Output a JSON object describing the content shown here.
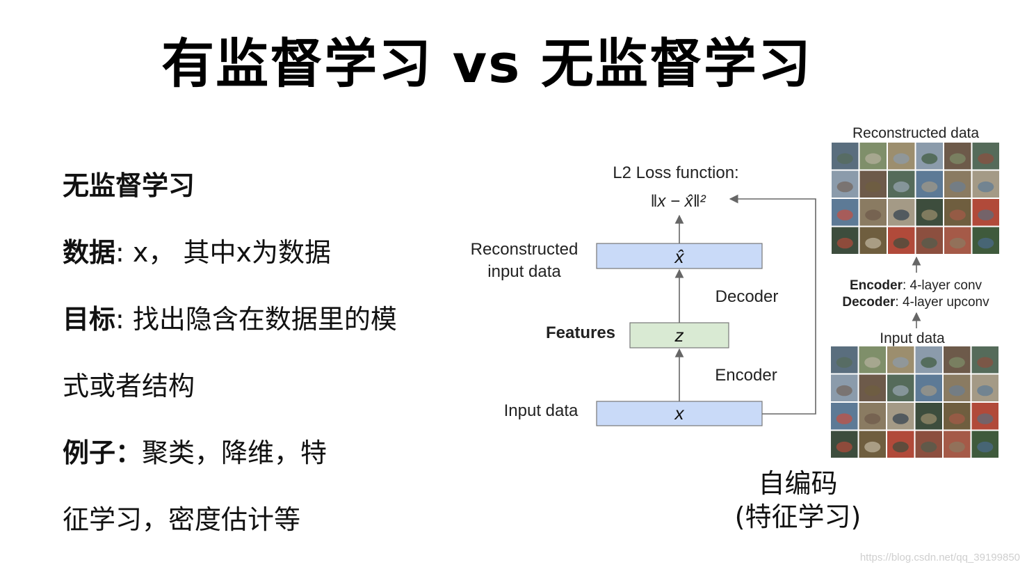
{
  "title": "有监督学习  vs 无监督学习",
  "left": {
    "heading": "无监督学习",
    "data_label": "数据",
    "data_text": ": x， 其中x为数据",
    "goal_label": "目标",
    "goal_text_1": ": 找出隐含在数据里的模",
    "goal_text_2": "式或者结构",
    "example_label": "例子：",
    "example_text_1": "聚类，降维，特",
    "example_text_2": "征学习，密度估计等"
  },
  "diagram": {
    "loss_title": "L2 Loss function:",
    "loss_formula": "‖x − x̂‖²",
    "recon_label_1": "Reconstructed",
    "recon_label_2": "input data",
    "recon_box": "x̂",
    "decoder_label": "Decoder",
    "features_label": "Features",
    "features_box": "z",
    "encoder_label": "Encoder",
    "input_label": "Input data",
    "input_box": "x",
    "grid_top_title": "Reconstructed data",
    "encoder_desc_bold": "Encoder",
    "encoder_desc": ": 4-layer conv",
    "decoder_desc_bold": "Decoder",
    "decoder_desc": ": 4-layer upconv",
    "grid_bottom_title": "Input data",
    "colors": {
      "box_blue": "#c9daf8",
      "box_green": "#d9ead3",
      "arrow": "#666666"
    }
  },
  "caption": {
    "line1": "自编码",
    "line2": "(特征学习)"
  },
  "watermark": "https://blog.csdn.net/qq_39199850"
}
